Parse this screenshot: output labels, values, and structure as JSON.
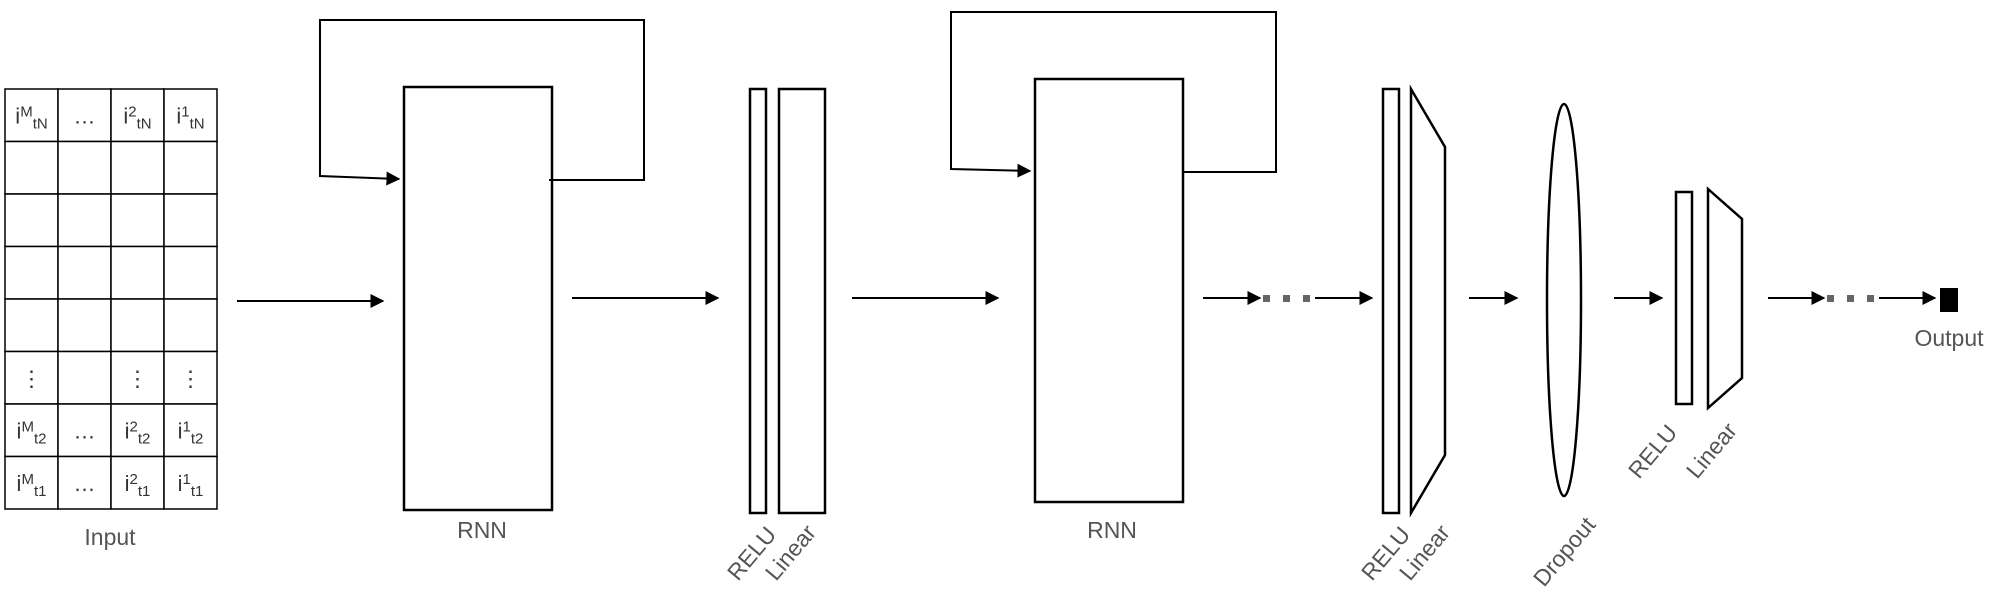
{
  "input": {
    "label": "Input",
    "rows": [
      [
        {
          "b": "i",
          "sup": "M",
          "sub": "tN"
        },
        {
          "t": "…"
        },
        {
          "b": "i",
          "sup": "2",
          "sub": "tN"
        },
        {
          "b": "i",
          "sup": "1",
          "sub": "tN"
        }
      ],
      [
        {},
        {},
        {},
        {}
      ],
      [
        {},
        {},
        {},
        {}
      ],
      [
        {},
        {},
        {},
        {}
      ],
      [
        {},
        {},
        {},
        {}
      ],
      [
        {
          "t": "⋮"
        },
        {},
        {
          "t": "⋮"
        },
        {
          "t": "⋮"
        }
      ],
      [
        {
          "b": "i",
          "sup": "M",
          "sub": "t2"
        },
        {
          "t": "…"
        },
        {
          "b": "i",
          "sup": "2",
          "sub": "t2"
        },
        {
          "b": "i",
          "sup": "1",
          "sub": "t2"
        }
      ],
      [
        {
          "b": "i",
          "sup": "M",
          "sub": "t1"
        },
        {
          "t": "…"
        },
        {
          "b": "i",
          "sup": "2",
          "sub": "t1"
        },
        {
          "b": "i",
          "sup": "1",
          "sub": "t1"
        }
      ]
    ]
  },
  "labels": {
    "rnn1": "RNN",
    "relu1": "RELU",
    "linear1": "Linear",
    "rnn2": "RNN",
    "relu2": "RELU",
    "linear2": "Linear",
    "dropout": "Dropout",
    "relu3": "RELU",
    "linear3": "Linear",
    "output": "Output"
  }
}
